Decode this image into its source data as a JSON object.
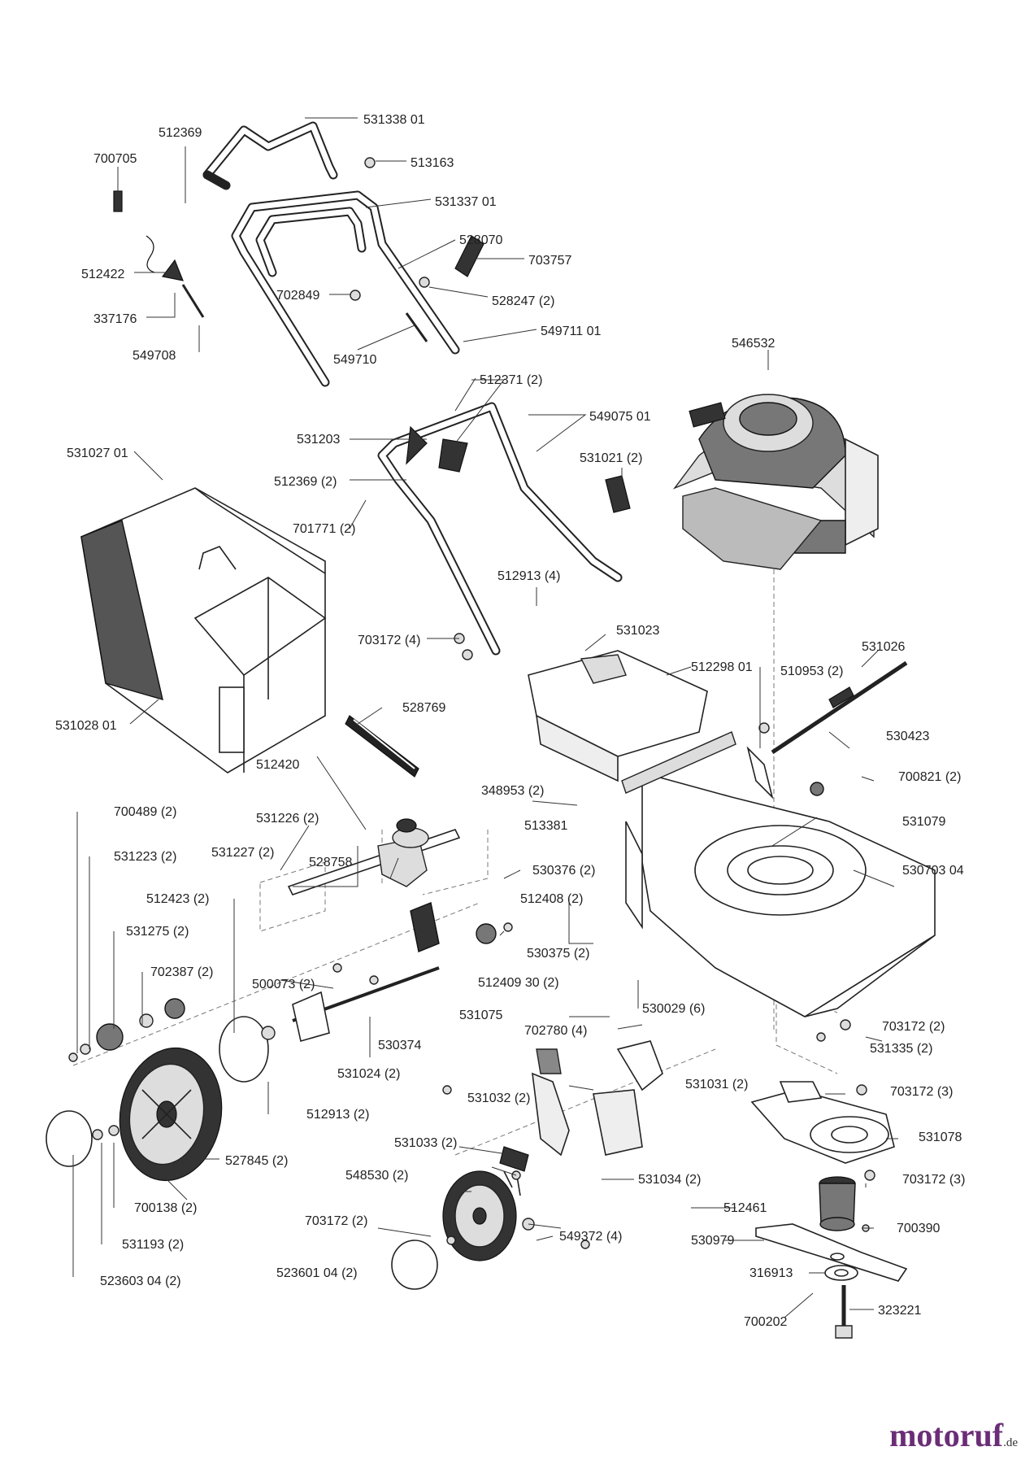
{
  "diagram": {
    "labels": [
      {
        "id": "l1",
        "text": "531338 01"
      },
      {
        "id": "l2",
        "text": "512369"
      },
      {
        "id": "l3",
        "text": "513163"
      },
      {
        "id": "l4",
        "text": "700705"
      },
      {
        "id": "l5",
        "text": "531337 01"
      },
      {
        "id": "l6",
        "text": "528070"
      },
      {
        "id": "l7",
        "text": "703757"
      },
      {
        "id": "l8",
        "text": "512422"
      },
      {
        "id": "l9",
        "text": "702849"
      },
      {
        "id": "l10",
        "text": "528247 (2)"
      },
      {
        "id": "l11",
        "text": "337176"
      },
      {
        "id": "l12",
        "text": "549711 01"
      },
      {
        "id": "l13",
        "text": "549710"
      },
      {
        "id": "l14",
        "text": "549708"
      },
      {
        "id": "l15",
        "text": "546532"
      },
      {
        "id": "l16",
        "text": "512371 (2)"
      },
      {
        "id": "l17",
        "text": "549075 01"
      },
      {
        "id": "l18",
        "text": "531203"
      },
      {
        "id": "l19",
        "text": "531027 01"
      },
      {
        "id": "l20",
        "text": "531021 (2)"
      },
      {
        "id": "l21",
        "text": "512369 (2)"
      },
      {
        "id": "l22",
        "text": "701771 (2)"
      },
      {
        "id": "l23",
        "text": "512913 (4)"
      },
      {
        "id": "l24",
        "text": "531023"
      },
      {
        "id": "l25",
        "text": "703172 (4)"
      },
      {
        "id": "l26",
        "text": "531026"
      },
      {
        "id": "l27",
        "text": "512298 01"
      },
      {
        "id": "l28",
        "text": "510953 (2)"
      },
      {
        "id": "l29",
        "text": "531028 01"
      },
      {
        "id": "l30",
        "text": "528769"
      },
      {
        "id": "l31",
        "text": "530423"
      },
      {
        "id": "l32",
        "text": "512420"
      },
      {
        "id": "l33",
        "text": "700821 (2)"
      },
      {
        "id": "l34",
        "text": "348953 (2)"
      },
      {
        "id": "l35",
        "text": "700489 (2)"
      },
      {
        "id": "l36",
        "text": "531226 (2)"
      },
      {
        "id": "l37",
        "text": "531079"
      },
      {
        "id": "l38",
        "text": "513381"
      },
      {
        "id": "l39",
        "text": "531223 (2)"
      },
      {
        "id": "l40",
        "text": "531227 (2)"
      },
      {
        "id": "l41",
        "text": "528758"
      },
      {
        "id": "l42",
        "text": "530376 (2)"
      },
      {
        "id": "l43",
        "text": "530703 04"
      },
      {
        "id": "l44",
        "text": "512423 (2)"
      },
      {
        "id": "l45",
        "text": "512408 (2)"
      },
      {
        "id": "l46",
        "text": "531275 (2)"
      },
      {
        "id": "l47",
        "text": "530375 (2)"
      },
      {
        "id": "l48",
        "text": "702387 (2)"
      },
      {
        "id": "l49",
        "text": "500073 (2)"
      },
      {
        "id": "l50",
        "text": "512409 30 (2)"
      },
      {
        "id": "l51",
        "text": "531075"
      },
      {
        "id": "l52",
        "text": "530029 (6)"
      },
      {
        "id": "l53",
        "text": "702780 (4)"
      },
      {
        "id": "l54",
        "text": "703172 (2)"
      },
      {
        "id": "l55",
        "text": "530374"
      },
      {
        "id": "l56",
        "text": "531335 (2)"
      },
      {
        "id": "l57",
        "text": "531024 (2)"
      },
      {
        "id": "l58",
        "text": "531031 (2)"
      },
      {
        "id": "l59",
        "text": "703172 (3)"
      },
      {
        "id": "l60",
        "text": "531032 (2)"
      },
      {
        "id": "l61",
        "text": "512913 (2)"
      },
      {
        "id": "l62",
        "text": "531078"
      },
      {
        "id": "l63",
        "text": "531033 (2)"
      },
      {
        "id": "l64",
        "text": "527845 (2)"
      },
      {
        "id": "l65",
        "text": "548530 (2)"
      },
      {
        "id": "l66",
        "text": "531034 (2)"
      },
      {
        "id": "l67",
        "text": "703172 (3)"
      },
      {
        "id": "l68",
        "text": "700138 (2)"
      },
      {
        "id": "l69",
        "text": "512461"
      },
      {
        "id": "l70",
        "text": "703172 (2)"
      },
      {
        "id": "l71",
        "text": "549372 (4)"
      },
      {
        "id": "l72",
        "text": "700390"
      },
      {
        "id": "l73",
        "text": "531193 (2)"
      },
      {
        "id": "l74",
        "text": "530979"
      },
      {
        "id": "l75",
        "text": "523601 04 (2)"
      },
      {
        "id": "l76",
        "text": "316913"
      },
      {
        "id": "l77",
        "text": "523603 04 (2)"
      },
      {
        "id": "l78",
        "text": "700202"
      },
      {
        "id": "l79",
        "text": "323221"
      }
    ]
  },
  "watermark": {
    "brand_main": "motoruf",
    "brand_suffix": ".de"
  }
}
